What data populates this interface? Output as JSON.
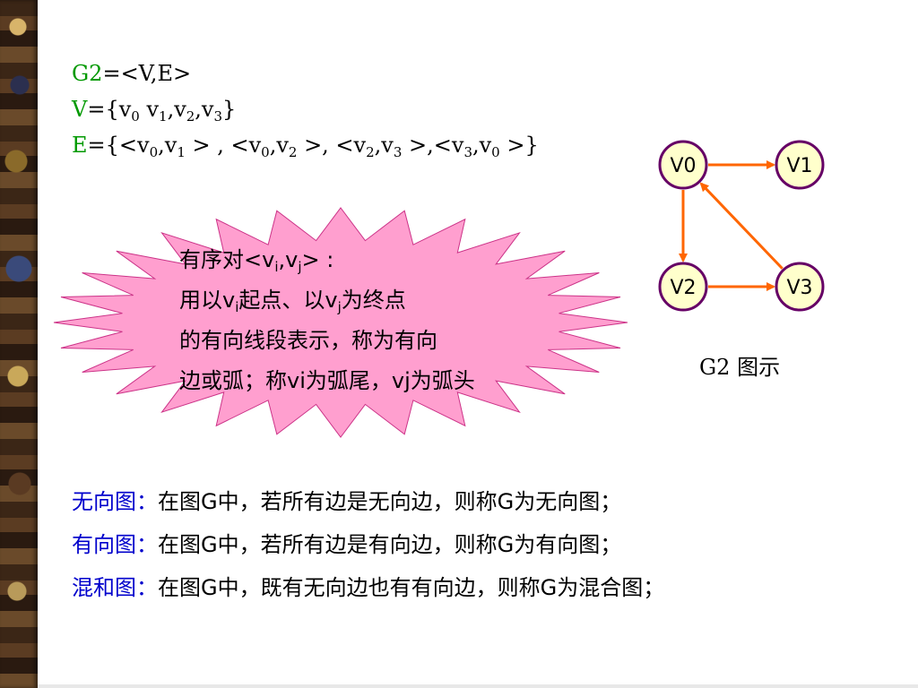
{
  "definition": {
    "line1": {
      "lhs": "G2",
      "rhs": "=<V,E>"
    },
    "line2": {
      "lhs": "V",
      "rhs_parts": [
        "={v",
        "0",
        "  v",
        "1",
        ",v",
        "2",
        ",v",
        "3",
        "}"
      ]
    },
    "line3": {
      "lhs": "E",
      "rhs_parts": [
        "={<v",
        "0",
        ",v",
        "1",
        " > , <v",
        "0",
        ",v",
        "2",
        " >, <v",
        "2",
        ",v",
        "3",
        " >,<v",
        "3",
        ",v",
        "0",
        " >}"
      ]
    }
  },
  "callout": {
    "fill": "#ff9fcf",
    "line1_parts": [
      "有序对<v",
      "i",
      ",v",
      "j",
      "> :"
    ],
    "line2_parts": [
      "用以v",
      "i",
      "起点、以v",
      "j",
      "为终点"
    ],
    "line3": "的有向线段表示，称为有向",
    "line4": "边或弧；称vi为弧尾，vj为弧头"
  },
  "graph": {
    "nodes": [
      {
        "id": "v0",
        "label": "V0"
      },
      {
        "id": "v1",
        "label": "V1"
      },
      {
        "id": "v2",
        "label": "V2"
      },
      {
        "id": "v3",
        "label": "V3"
      }
    ],
    "edges": [
      {
        "from": "v0",
        "to": "v1"
      },
      {
        "from": "v0",
        "to": "v2"
      },
      {
        "from": "v2",
        "to": "v3"
      },
      {
        "from": "v3",
        "to": "v0"
      }
    ],
    "node_fill": "#ffffcc",
    "node_stroke": "#660066",
    "edge_color": "#ff6600",
    "caption": "G2 图示"
  },
  "definitions": [
    {
      "term": "无向图：",
      "text": "在图G中，若所有边是无向边，则称G为无向图；"
    },
    {
      "term": "有向图：",
      "text": "在图G中，若所有边是有向边，则称G为有向图；"
    },
    {
      "term": "混和图：",
      "text": "在图G中，既有无向边也有有向边，则称G为混合图；"
    }
  ]
}
